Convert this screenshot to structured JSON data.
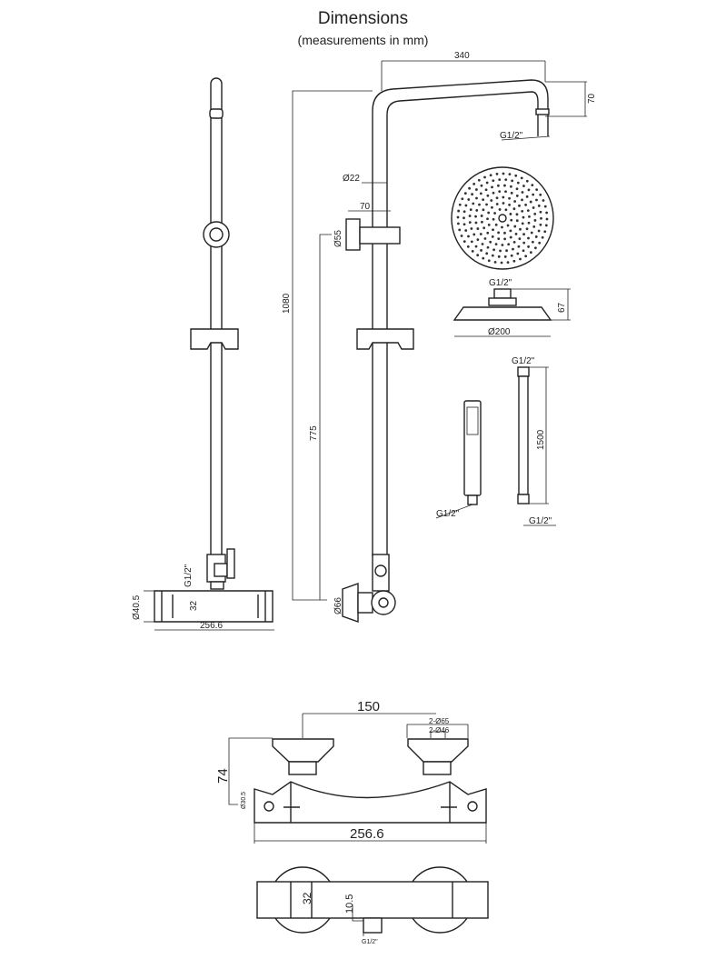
{
  "title": "Dimensions",
  "subtitle": "(measurements in mm)",
  "labels": {
    "arm_width": "340",
    "arm_drop": "70",
    "arm_thread": "G1/2\"",
    "pipe_dia": "Ø22",
    "holder_depth": "70",
    "holder_dia": "Ø55",
    "total_height": "1080",
    "slider_height": "775",
    "head_thread": "G1/2\"",
    "head_height": "67",
    "head_dia": "Ø200",
    "hose_top_thread": "G1/2\"",
    "hose_length": "1500",
    "hose_bottom_thread": "G1/2\"",
    "handshower_thread": "G1/2\"",
    "diverter_thread": "G1/2\"",
    "valve_dia": "Ø40.5",
    "valve_depth": "32",
    "valve_length": "256.6",
    "elbow_dia": "Ø66",
    "centers": "150",
    "knob_dia": "2-Ø65",
    "knob_base_dia": "2-Ø46",
    "front_height": "74",
    "front_small": "Ø30.5",
    "front_length": "256.6",
    "top_depth": "32",
    "top_offset": "10.5",
    "top_thread": "G1/2\""
  }
}
